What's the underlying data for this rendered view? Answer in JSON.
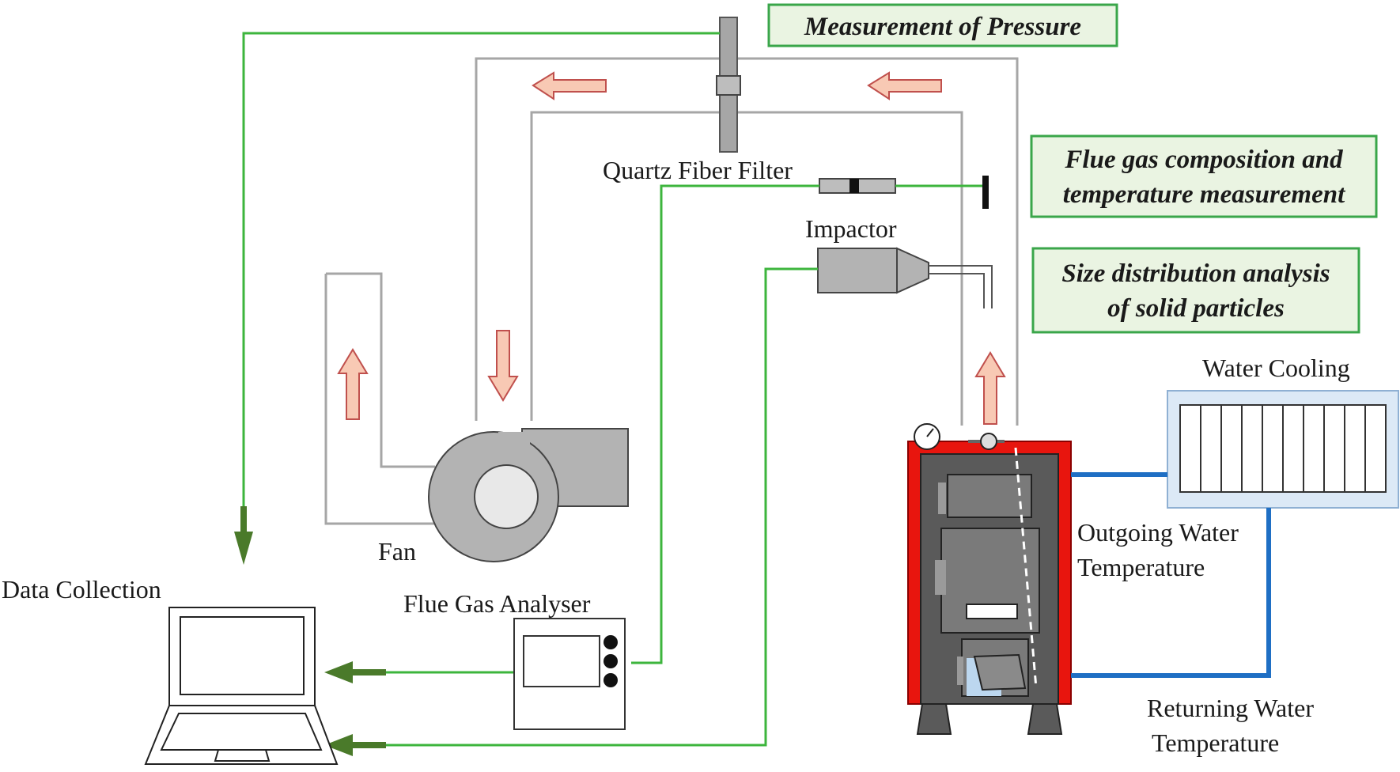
{
  "labels": {
    "measurement_of_pressure": "Measurement of Pressure",
    "flue_gas_composition_line1": "Flue gas composition and",
    "flue_gas_composition_line2": "temperature measurement",
    "size_distribution_line1": "Size distribution analysis",
    "size_distribution_line2": "of solid particles",
    "quartz_fiber_filter": "Quartz Fiber Filter",
    "impactor": "Impactor",
    "water_cooling": "Water Cooling",
    "outgoing_water_line1": "Outgoing Water",
    "outgoing_water_line2": "Temperature",
    "returning_water_line1": "Returning Water",
    "returning_water_line2": "Temperature",
    "fan": "Fan",
    "data_collection": "Data Collection",
    "flue_gas_analyser": "Flue Gas Analyser"
  },
  "colors": {
    "signal_line": "#3db53d",
    "signal_arrow": "#4a7a2a",
    "duct": "#a6a6a6",
    "flow_arrow_fill": "#f8c9b4",
    "flow_arrow_stroke": "#c0504d",
    "label_box_fill": "#eaf4e2",
    "label_box_stroke": "#3aa64a",
    "water_pipe": "#1f6fc4",
    "boiler_red": "#e8150e",
    "boiler_body": "#5a5a5a",
    "cooler_fill": "#dce9f6"
  }
}
